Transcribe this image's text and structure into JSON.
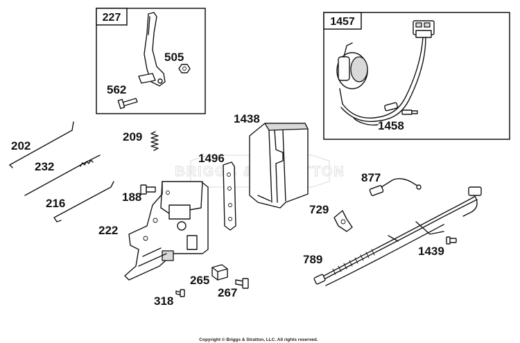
{
  "watermark": "BRIGGS & STRATTON",
  "copyright": "Copyright © Briggs & Stratton, LLC. All rights reserved.",
  "boxes": {
    "box_227": "227",
    "box_1457": "1457"
  },
  "callouts": {
    "c202": "202",
    "c232": "232",
    "c216": "216",
    "c209": "209",
    "c188": "188",
    "c222": "222",
    "c1438": "1438",
    "c1496": "1496",
    "c505": "505",
    "c562": "562",
    "c1458": "1458",
    "c877": "877",
    "c729": "729",
    "c1439": "1439",
    "c789": "789",
    "c265": "265",
    "c267": "267",
    "c318": "318"
  }
}
